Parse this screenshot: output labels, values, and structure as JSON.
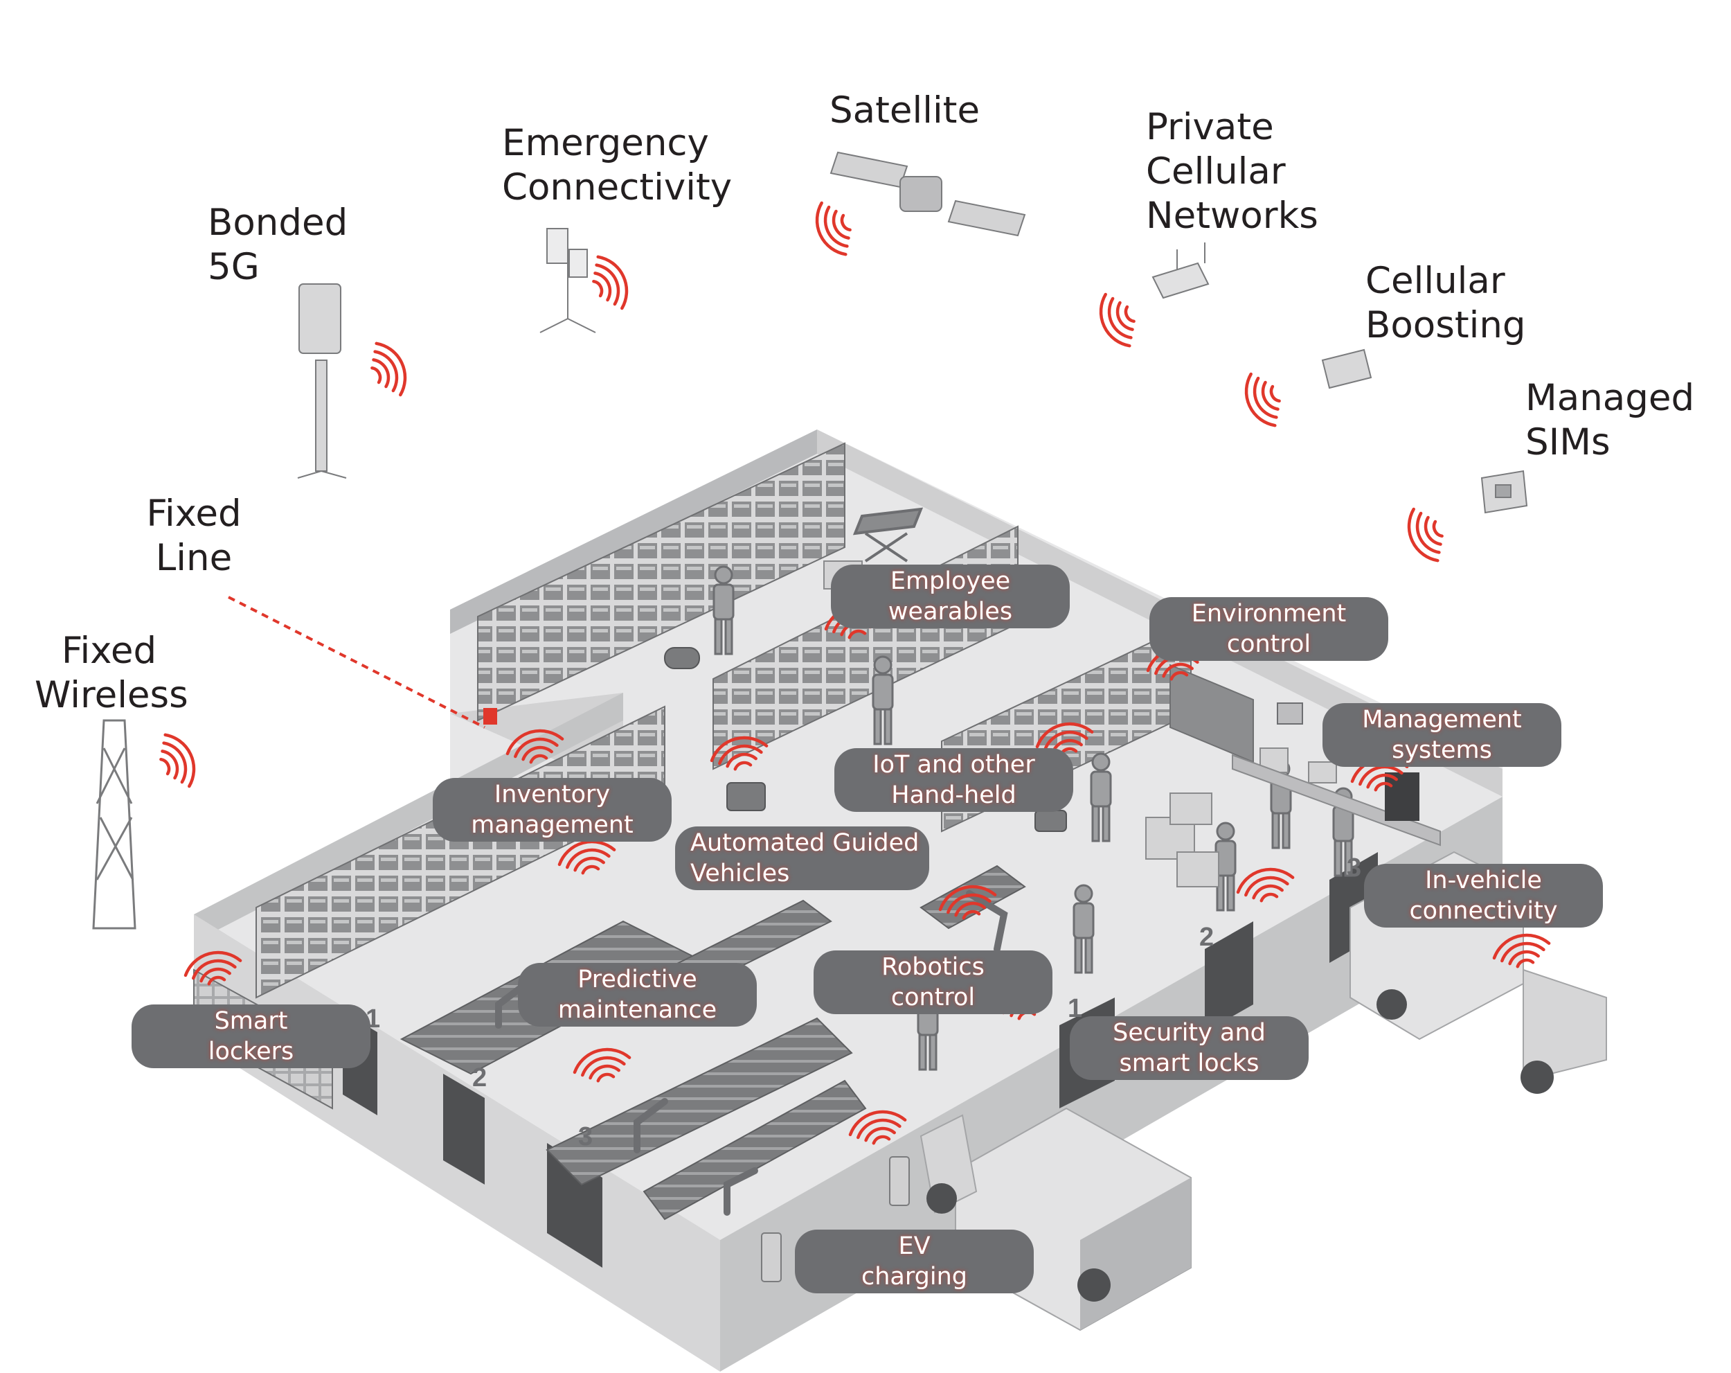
{
  "colors": {
    "signal": "#e0372b",
    "pill": "#6d6e71",
    "floor": "#e6e6e7",
    "wall": "#cfcfd0",
    "rack": "#9c9d9f",
    "text": "#231f20"
  },
  "technologies": [
    {
      "id": "bonded-5g",
      "lines": [
        "Bonded",
        "5G"
      ],
      "icon": "cell-tower-icon"
    },
    {
      "id": "emergency",
      "lines": [
        "Emergency",
        "Connectivity"
      ],
      "icon": "portable-antenna-icon"
    },
    {
      "id": "satellite",
      "lines": [
        "Satellite"
      ],
      "icon": "satellite-icon"
    },
    {
      "id": "private-cellular",
      "lines": [
        "Private",
        "Cellular",
        "Networks"
      ],
      "icon": "router-icon"
    },
    {
      "id": "cellular-boosting",
      "lines": [
        "Cellular",
        "Boosting"
      ],
      "icon": "booster-antenna-icon"
    },
    {
      "id": "managed-sims",
      "lines": [
        "Managed",
        "SIMs"
      ],
      "icon": "sim-card-icon"
    },
    {
      "id": "fixed-line",
      "lines": [
        "Fixed",
        "Line"
      ],
      "icon": "wall-socket-icon"
    },
    {
      "id": "fixed-wireless",
      "lines": [
        "Fixed",
        "Wireless"
      ],
      "icon": "lattice-mast-icon"
    }
  ],
  "use_cases": [
    {
      "id": "employee-wearables",
      "lines": [
        "Employee",
        "wearables"
      ]
    },
    {
      "id": "environment-control",
      "lines": [
        "Environment",
        "control"
      ]
    },
    {
      "id": "management-systems",
      "lines": [
        "Management",
        "systems"
      ]
    },
    {
      "id": "iot-handheld",
      "lines": [
        "IoT and other",
        "Hand-held"
      ]
    },
    {
      "id": "inventory-management",
      "lines": [
        "Inventory",
        "management"
      ]
    },
    {
      "id": "agv",
      "lines": [
        "Automated Guided",
        "Vehicles"
      ]
    },
    {
      "id": "in-vehicle",
      "lines": [
        "In-vehicle",
        "connectivity"
      ]
    },
    {
      "id": "predictive-maintenance",
      "lines": [
        "Predictive",
        "maintenance"
      ]
    },
    {
      "id": "robotics-control",
      "lines": [
        "Robotics",
        "control"
      ]
    },
    {
      "id": "smart-lockers",
      "lines": [
        "Smart",
        "lockers"
      ]
    },
    {
      "id": "security-locks",
      "lines": [
        "Security and",
        "smart locks"
      ]
    },
    {
      "id": "ev-charging",
      "lines": [
        "EV",
        "charging"
      ]
    }
  ],
  "dock_numbers": [
    "1",
    "2",
    "3",
    "1",
    "2",
    "3"
  ]
}
